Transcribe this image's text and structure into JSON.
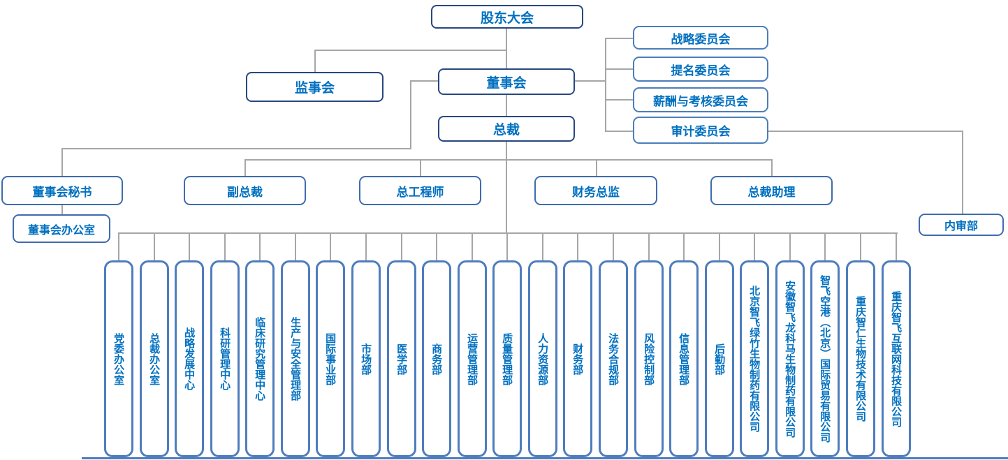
{
  "org_chart": {
    "top": {
      "shareholders_meeting": "股东大会",
      "supervisory_board": "监事会",
      "board_of_directors": "董事会",
      "president": "总裁"
    },
    "committees": [
      "战略委员会",
      "提名委员会",
      "薪酬与考核委员会",
      "审计委员会"
    ],
    "executives": [
      "董事会秘书",
      "副总裁",
      "总工程师",
      "财务总监",
      "总裁助理"
    ],
    "board_office": "董事会办公室",
    "internal_audit_dept": "内审部",
    "departments": [
      "党委办公室",
      "总裁办公室",
      "战略发展中心",
      "科研管理中心",
      "临床研究管理中心",
      "生产与安全管理部",
      "国际事业部",
      "市场部",
      "医学部",
      "商务部",
      "运营管理部",
      "质量管理部",
      "人力资源部",
      "财务部",
      "法务合规部",
      "风险控制部",
      "信息管理部",
      "后勤部",
      "北京智飞绿竹生物制药有限公司",
      "安徽智飞龙科马生物制药有限公司",
      "智飞空港（北京）国际贸易有限公司",
      "重庆智仁生物技术有限公司",
      "重庆智飞互联网科技有限公司"
    ],
    "colors": {
      "text": "#0070C0",
      "level1_border": "#27477F",
      "level2_border": "#4A7EBB",
      "level3_border": "#3E6CAD",
      "department_border": "#4E7DBE",
      "connector": "#A6A6A6",
      "background": "#FFFFFF"
    }
  }
}
